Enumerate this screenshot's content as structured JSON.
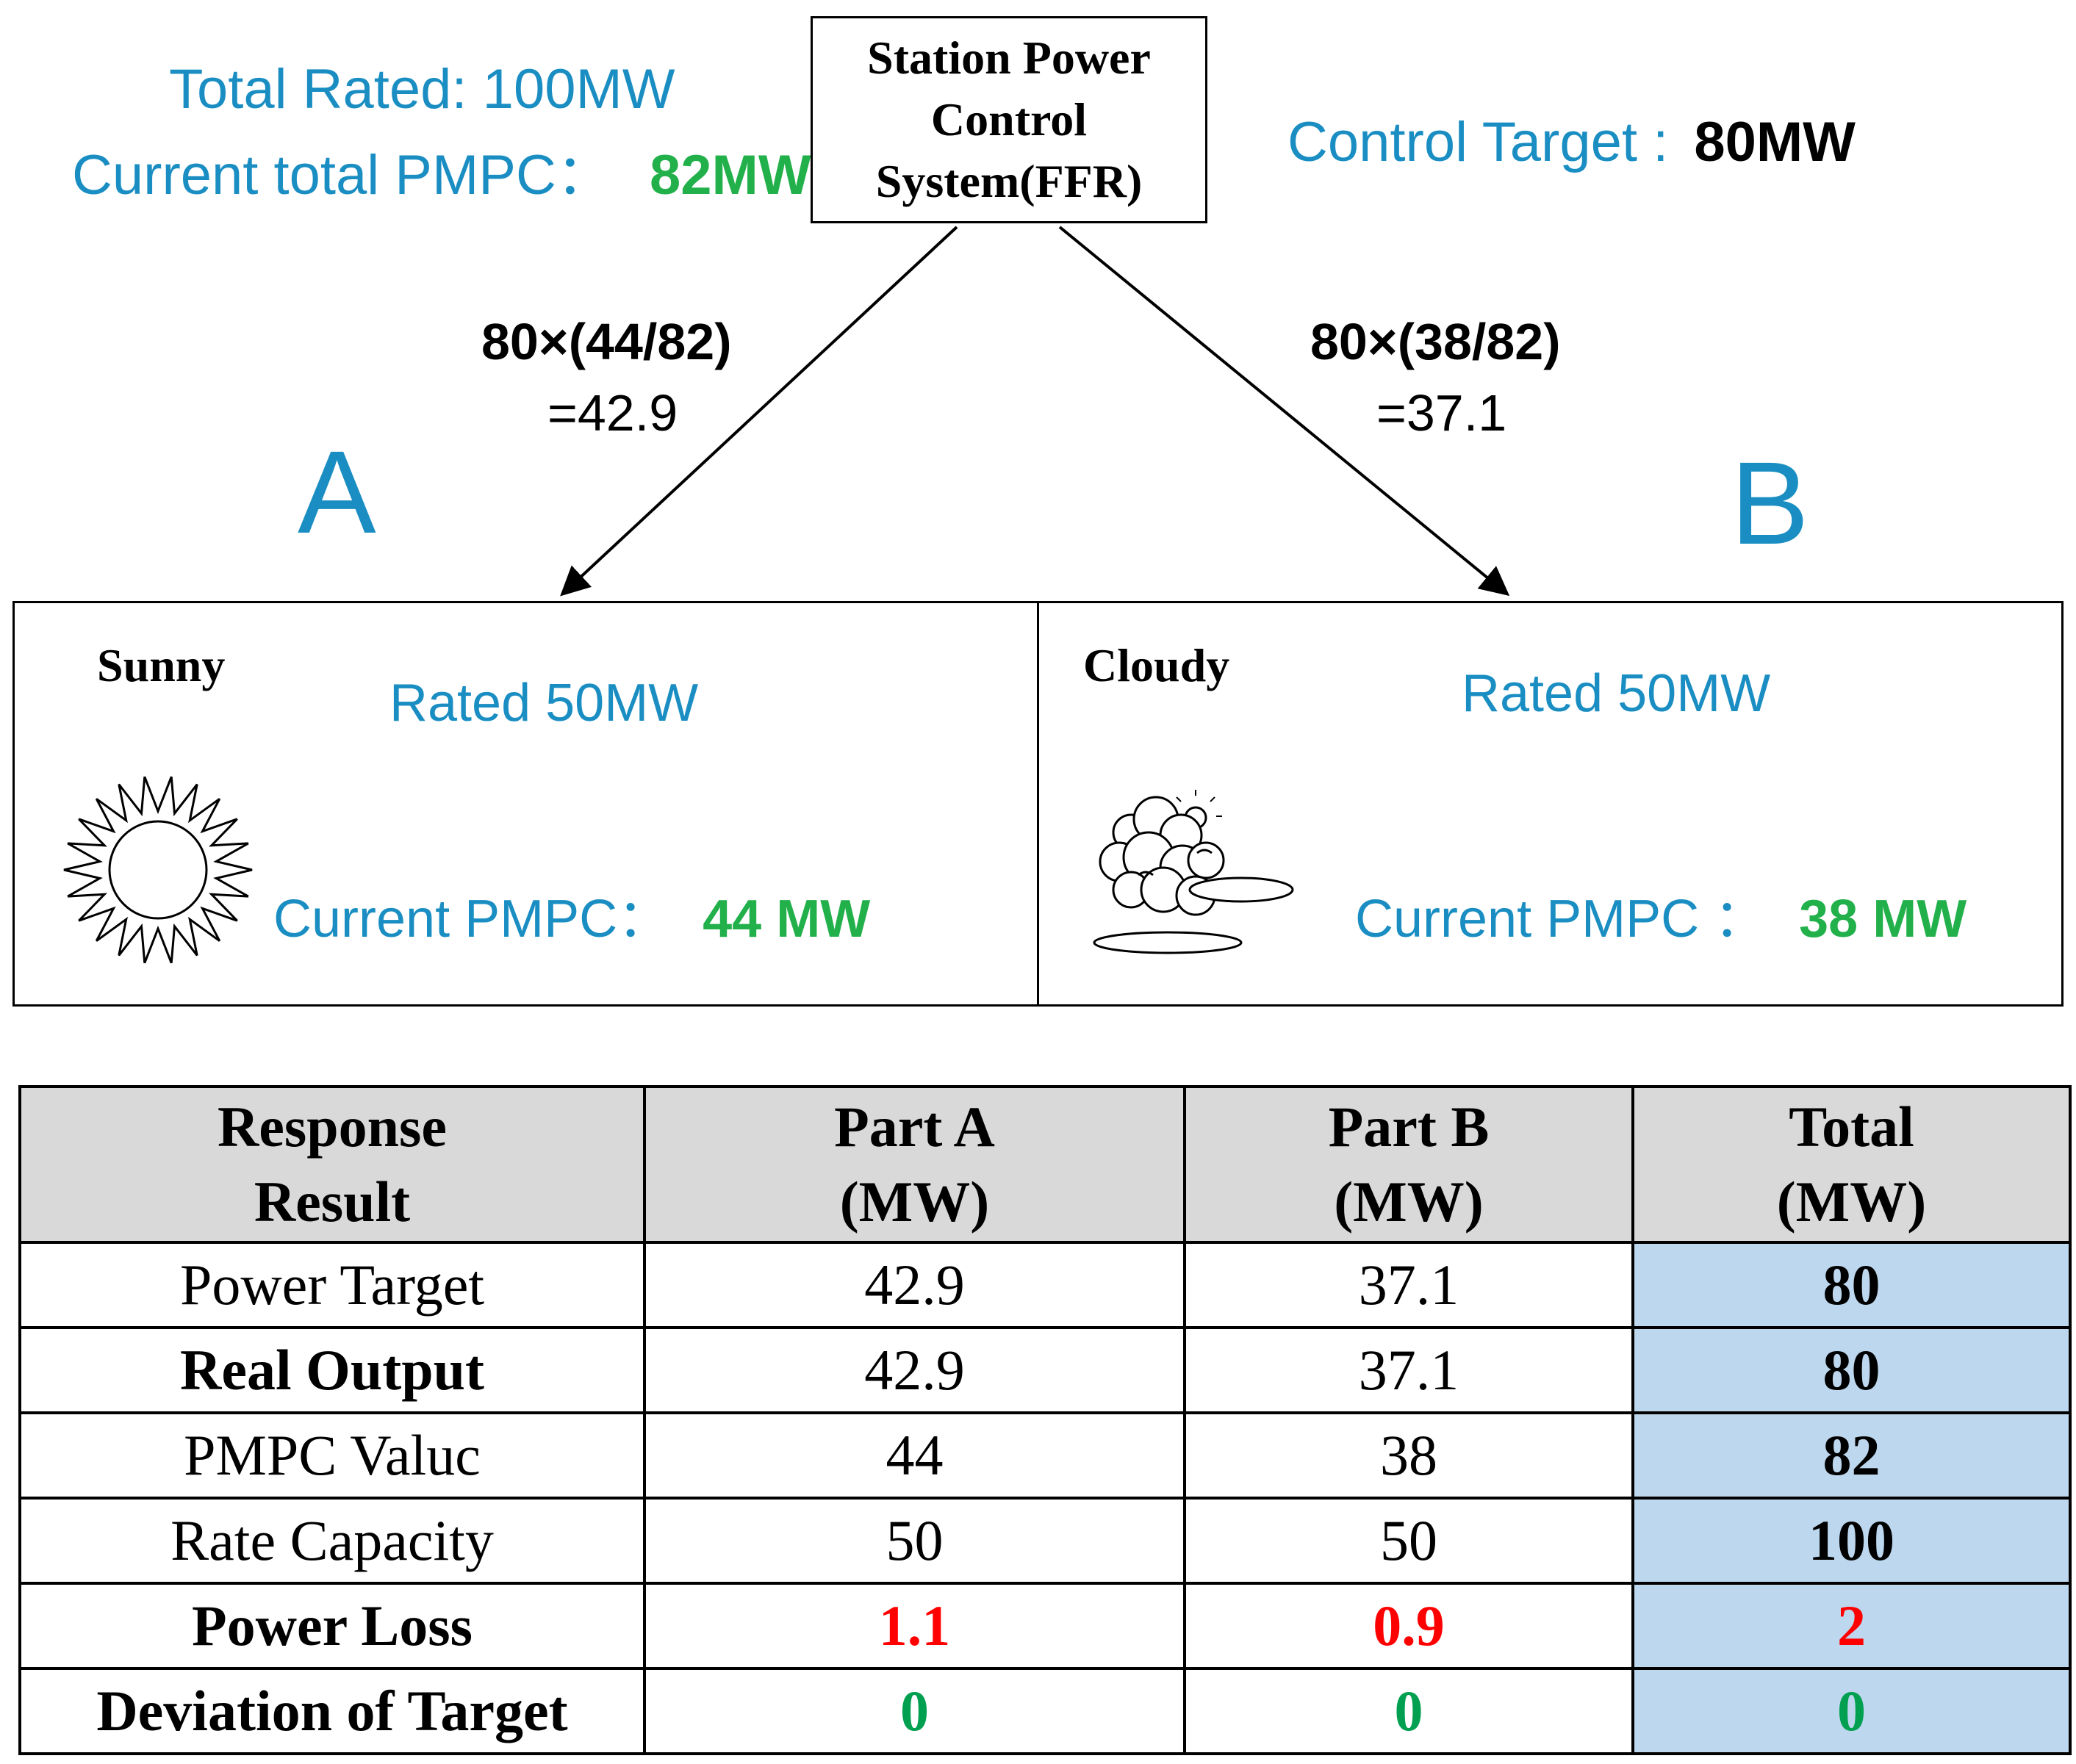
{
  "header": {
    "total_rated": "Total Rated: 100MW",
    "current_total_label": "Current total PMPC：",
    "current_total_value": "82MW",
    "control_target_label": "Control Target :",
    "control_target_value": "80MW"
  },
  "system_box": {
    "line1": "Station Power",
    "line2": "Control",
    "line3": "System(FFR)"
  },
  "branches": {
    "left_formula": "80×(44/82)",
    "left_result": "=42.9",
    "right_formula": "80×(38/82)",
    "right_result": "=37.1",
    "label_a": "A",
    "label_b": "B"
  },
  "panel_a": {
    "weather": "Sunny",
    "rated": "Rated 50MW",
    "pmpc_label": "Current PMPC：",
    "pmpc_value": "44 MW",
    "icon": "sun-icon"
  },
  "panel_b": {
    "weather": "Cloudy",
    "rated": "Rated 50MW",
    "pmpc_label": "Current PMPC ：",
    "pmpc_value": "38 MW",
    "icon": "cloud-icon"
  },
  "table": {
    "headers": [
      {
        "line1": "Response",
        "line2": "Result"
      },
      {
        "line1": "Part A",
        "line2": "(MW)"
      },
      {
        "line1": "Part B",
        "line2": "(MW)"
      },
      {
        "line1": "Total",
        "line2": "(MW)"
      }
    ],
    "rows": [
      {
        "label": "Power Target",
        "a": "42.9",
        "b": "37.1",
        "total": "80"
      },
      {
        "label": "Real Output",
        "a": "42.9",
        "b": "37.1",
        "total": "80"
      },
      {
        "label": "PMPC Valuc",
        "a": "44",
        "b": "38",
        "total": "82"
      },
      {
        "label": "Rate Capacity",
        "a": "50",
        "b": "50",
        "total": "100"
      },
      {
        "label": "Power Loss",
        "a": "1.1",
        "b": "0.9",
        "total": "2"
      },
      {
        "label": "Deviation of Target",
        "a": "0",
        "b": "0",
        "total": "0"
      }
    ]
  },
  "colors": {
    "label_blue": "#1a8ec2",
    "value_green": "#22b04b",
    "loss_red": "#ff0000",
    "total_fill": "#bdd7ee",
    "header_fill": "#d9d9d9"
  }
}
